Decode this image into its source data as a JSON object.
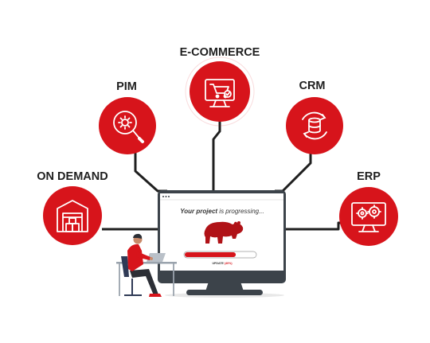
{
  "nodes": {
    "ecommerce": {
      "label": "E-COMMERCE",
      "icon": "cart-monitor-icon"
    },
    "pim": {
      "label": "PIM",
      "icon": "gear-magnifier-icon"
    },
    "crm": {
      "label": "CRM",
      "icon": "database-sync-icon"
    },
    "on_demand": {
      "label": "ON DEMAND",
      "icon": "warehouse-icon"
    },
    "erp": {
      "label": "ERP",
      "icon": "gears-monitor-icon"
    }
  },
  "screen": {
    "title_bold": "Your project",
    "title_rest": " is progressing...",
    "progress": 0.72,
    "status_label": "UPDATE",
    "status_pct": "(40%)",
    "mascot": "hippo-icon"
  },
  "colors": {
    "accent": "#d7141b",
    "monitor": "#3c434a",
    "line": "#1f1f1f"
  }
}
